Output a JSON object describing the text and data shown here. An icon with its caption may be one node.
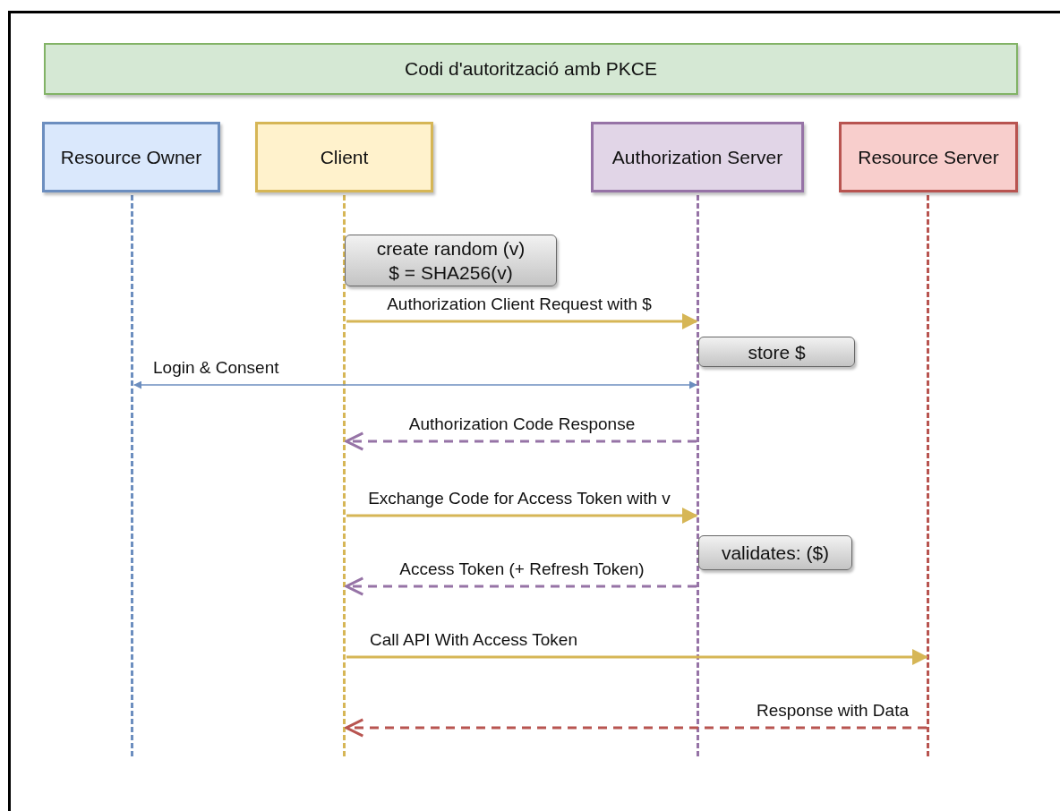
{
  "diagram": {
    "title": "Codi d'autorització amb PKCE",
    "nodes": [
      {
        "text": [
          "Resource Owner"
        ]
      },
      {
        "text": [
          "Client"
        ]
      },
      {
        "text": [
          "Authorization Server"
        ]
      },
      {
        "text": [
          "Resource Server"
        ]
      },
      {
        "text": [],
        "shape": "line"
      },
      {
        "text": [],
        "shape": "line"
      },
      {
        "text": [],
        "shape": "line"
      },
      {
        "text": [],
        "shape": "line"
      },
      {
        "text": [
          "create random (v) $ = SHA256(v)"
        ]
      },
      {
        "text": [
          "store $"
        ]
      },
      {
        "text": [
          "validates: ($)"
        ]
      }
    ],
    "edges": [
      {
        "from": 5,
        "to": 6,
        "arrow": "to",
        "label": "Authorization Client Request with $"
      },
      {
        "from": 4,
        "to": 6,
        "arrow": "both",
        "label": "Login & Consent",
        "color": "#6c8ebf"
      },
      {
        "from": 6,
        "to": 5,
        "arrow": "to",
        "label": "Authorization Code Response",
        "style": "dashed",
        "color": "#9673a6"
      },
      {
        "from": 5,
        "to": 6,
        "arrow": "to",
        "label": "Exchange Code for Access Token with v"
      },
      {
        "from": 6,
        "to": 5,
        "arrow": "to",
        "label": "Access Token (+ Refresh Token)",
        "style": "dashed",
        "color": "#9673a6"
      },
      {
        "from": 5,
        "to": 7,
        "arrow": "to",
        "label": "Call API With Access Token"
      },
      {
        "from": 7,
        "to": 5,
        "arrow": "to",
        "label": "Response with Data",
        "style": "dashed",
        "color": "#b85450"
      }
    ]
  }
}
